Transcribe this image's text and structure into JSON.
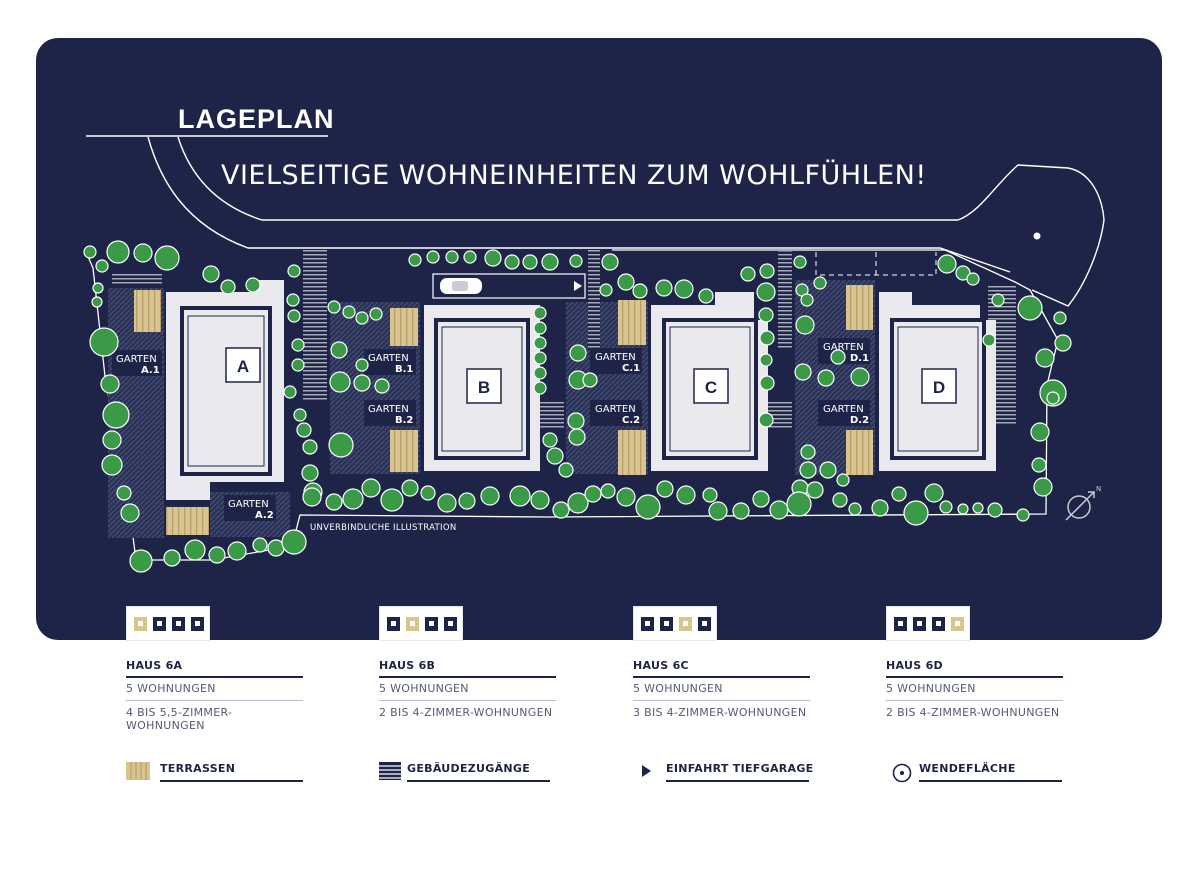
{
  "heading": "LAGEPLAN",
  "subheading": "VIELSEITIGE WOHNEINHEITEN ZUM WOHLFÜHLEN!",
  "disclaimer": "UNVERBINDLICHE ILLUSTRATION",
  "north_label": "N",
  "buildings": [
    {
      "letter": "A"
    },
    {
      "letter": "B"
    },
    {
      "letter": "C"
    },
    {
      "letter": "D"
    }
  ],
  "gardens": [
    {
      "name": "GARTEN",
      "id": "A.1"
    },
    {
      "name": "GARTEN",
      "id": "A.2"
    },
    {
      "name": "GARTEN",
      "id": "B.1"
    },
    {
      "name": "GARTEN",
      "id": "B.2"
    },
    {
      "name": "GARTEN",
      "id": "C.1"
    },
    {
      "name": "GARTEN",
      "id": "C.2"
    },
    {
      "name": "GARTEN",
      "id": "D.1"
    },
    {
      "name": "GARTEN",
      "id": "D.2"
    }
  ],
  "houses": [
    {
      "title": "HAUS 6A",
      "units": "5 WOHNUNGEN",
      "rooms": "4 BIS 5,5-ZIMMER-WOHNUNGEN",
      "highlight": 0
    },
    {
      "title": "HAUS 6B",
      "units": "5 WOHNUNGEN",
      "rooms": "2 BIS 4-ZIMMER-WOHNUNGEN",
      "highlight": 1
    },
    {
      "title": "HAUS 6C",
      "units": "5 WOHNUNGEN",
      "rooms": "3 BIS 4-ZIMMER-WOHNUNGEN",
      "highlight": 2
    },
    {
      "title": "HAUS 6D",
      "units": "5 WOHNUNGEN",
      "rooms": "2 BIS 4-ZIMMER-WOHNUNGEN",
      "highlight": 3
    }
  ],
  "legend": {
    "terraces": "TERRASSEN",
    "entrances": "GEBÄUDEZUGÄNGE",
    "garage": "EINFAHRT TIEFGARAGE",
    "turning": "WENDEFLÄCHE"
  },
  "colors": {
    "background": "#1e2447",
    "lawn": "#3d4468",
    "building": "#e9e9ee",
    "tree": "#3a9a48",
    "terrace": "#d9c48f"
  }
}
